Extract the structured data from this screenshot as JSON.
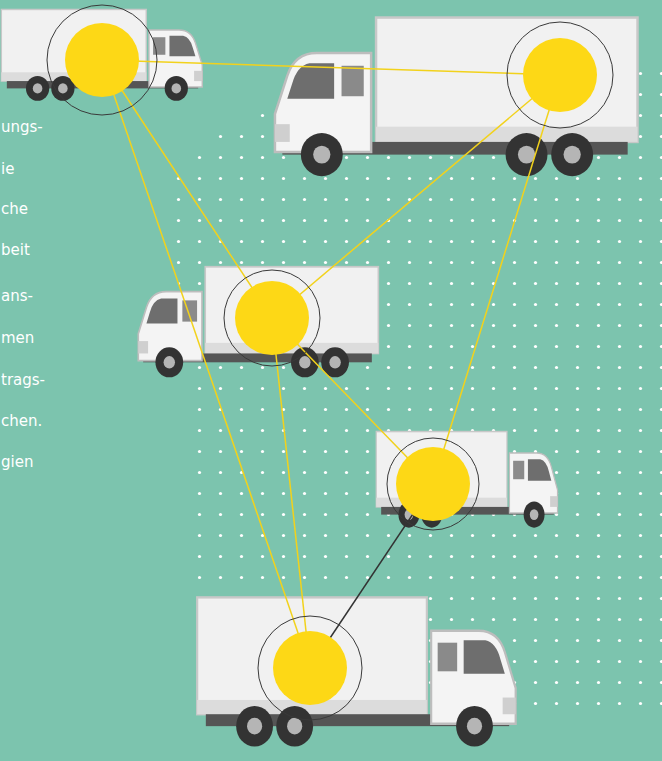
{
  "diagram": {
    "labels": [
      "ungs-",
      "ie",
      "che",
      "beit",
      "ans-",
      "men",
      "trags-",
      "chen.",
      "gien"
    ]
  }
}
